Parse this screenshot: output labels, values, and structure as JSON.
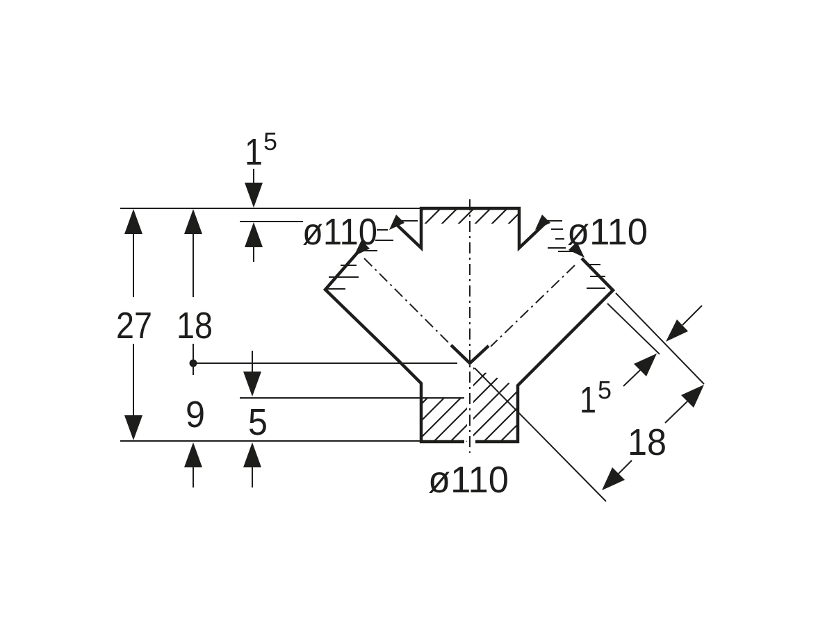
{
  "drawing": {
    "type": "technical-dimension-drawing",
    "subject": "pipe double branch fitting 45 degree, section view",
    "colors": {
      "ink": "#1d1d1b",
      "background": "#ffffff"
    },
    "labels": {
      "socket_depth_top": {
        "base": "1",
        "sup": "5"
      },
      "total_height": "27",
      "top_to_center": "18",
      "center_to_bottom": "9",
      "bottom_socket_depth": "5",
      "left_branch_diameter": "ø110",
      "right_branch_diameter": "ø110",
      "bottom_outlet_diameter": "ø110",
      "branch_chamfer": {
        "base": "1",
        "sup": "5"
      },
      "branch_length": "18"
    }
  }
}
